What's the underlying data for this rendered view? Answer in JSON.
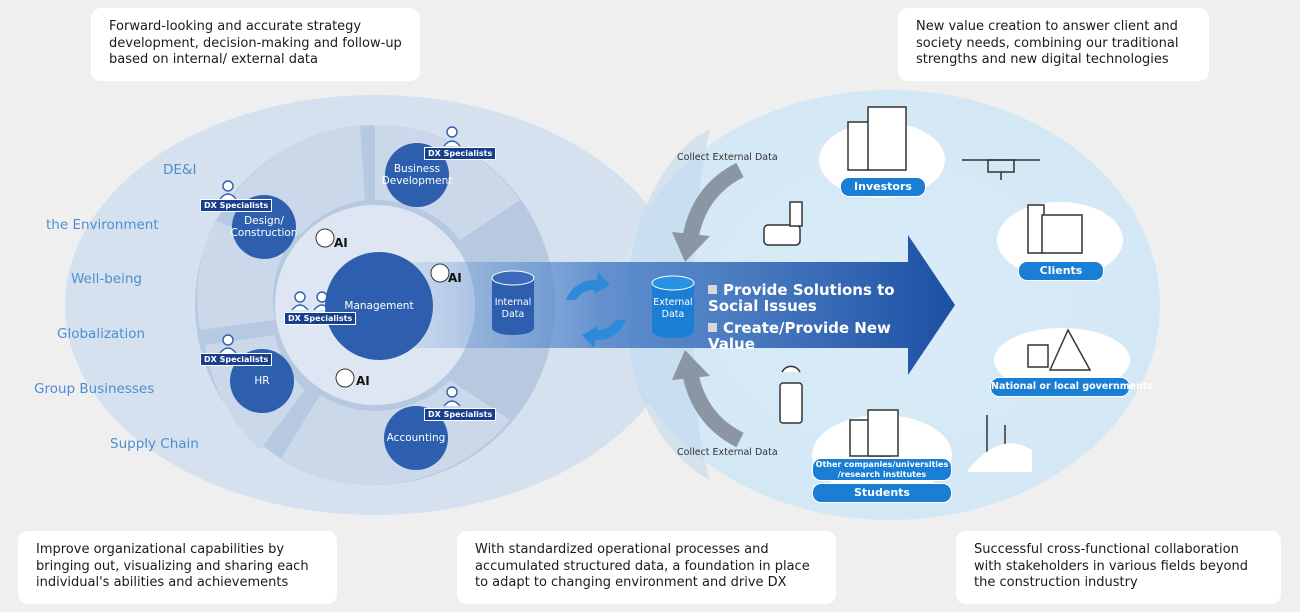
{
  "top_left_box": "Forward-looking and accurate strategy development, decision-making and follow-up based on internal/ external data",
  "top_right_box": "New value creation to answer client and society needs, combining our traditional strengths and new digital technologies",
  "bottom_left_box": "Improve organizational capabilities by bringing out, visualizing and sharing each individual's abilities and achievements",
  "bottom_center_box": "With standardized operational processes and accumulated structured data, a foundation in place to adapt to changing environment and drive DX",
  "bottom_right_box": "Successful cross-functional collaboration with stakeholders in various fields beyond the construction industry",
  "left_labels": [
    "DE&I",
    "the Environment",
    "Well-being",
    "Globalization",
    "Group Businesses",
    "Supply Chain"
  ],
  "internal": {
    "management": "Management",
    "business_development": "Business Development",
    "design_construction": "Design/ Construction",
    "hr": "HR",
    "accounting": "Accounting",
    "dx_label": "DX Specialists",
    "ai_label": "AI"
  },
  "data_flow": {
    "internal_data": "Internal Data",
    "external_data": "External Data",
    "solution_1": "Provide Solutions to Social Issues",
    "solution_2": "Create/Provide New Value",
    "collect_label": "Collect External Data"
  },
  "stakeholders": {
    "investors": "Investors",
    "clients": "Clients",
    "governments": "National or local governments",
    "other_companies": "Other companies/universities /research institutes",
    "students": "Students"
  },
  "colors": {
    "background": "#efefef",
    "primary_blue": "#2d5fae",
    "dx_tag": "#173f8c",
    "pill_blue": "#1a7fd4",
    "label_blue": "#4a90d0"
  }
}
